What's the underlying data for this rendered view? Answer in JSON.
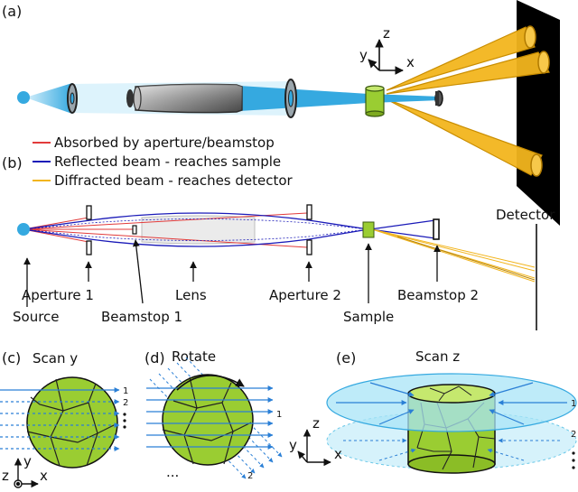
{
  "panels": {
    "a": "(a)",
    "b": "(b)",
    "c": "(c)",
    "d": "(d)",
    "e": "(e)"
  },
  "axes_a": {
    "z": "z",
    "y": "y",
    "x": "x"
  },
  "legend": [
    {
      "label": "Absorbed by aperture/beamstop",
      "color": "#e23b3b"
    },
    {
      "label": "Reflected beam - reaches sample",
      "color": "#1a1ab8"
    },
    {
      "label": "Diffracted beam - reaches detector",
      "color": "#f2b51e"
    }
  ],
  "labels_b": {
    "detector": "Detector",
    "aperture1": "Aperture 1",
    "lens": "Lens",
    "aperture2": "Aperture 2",
    "beamstop2": "Beamstop 2",
    "source": "Source",
    "beamstop1": "Beamstop 1",
    "sample": "Sample"
  },
  "scan": {
    "c_title": "Scan y",
    "d_title": "Rotate",
    "e_title": "Scan z",
    "c_marks": [
      "1",
      "2"
    ],
    "d_marks": [
      "1",
      "2"
    ],
    "e_marks": [
      "1",
      "2"
    ],
    "ellipsis": "...",
    "axes_c": {
      "z": "z",
      "y": "y",
      "x": "x"
    },
    "axes_e": {
      "z": "z",
      "y": "y",
      "x": "x"
    }
  },
  "colors": {
    "beam_blue": "#35a9e0",
    "diffracted": "#f2b51e",
    "grain_green": "#9acd32",
    "detector": "#000000",
    "lens_gray": "#8a8a8a",
    "arrow_blue": "#2a7fd6",
    "disk_cyan": "#a8e4f7"
  },
  "icons": [
    "circle-source-icon",
    "aperture-ring-icon",
    "lens-icon",
    "sample-cylinder-icon",
    "beamstop-icon",
    "axis-arrows-icon",
    "rotate-arrow-icon"
  ]
}
